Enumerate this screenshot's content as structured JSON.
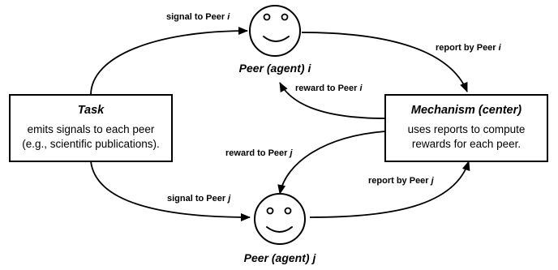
{
  "task": {
    "title": "Task",
    "line1": "emits signals to each peer",
    "line2": "(e.g., scientific publications)."
  },
  "mechanism": {
    "title": "Mechanism (center)",
    "line1": "uses reports to compute",
    "line2": "rewards for each peer."
  },
  "peer_i": {
    "label": "Peer (agent) ",
    "index": "i"
  },
  "peer_j": {
    "label": "Peer (agent) ",
    "index": "j"
  },
  "edges": {
    "signal_i": {
      "text": "signal to Peer ",
      "index": "i"
    },
    "report_i": {
      "text": "report by Peer ",
      "index": "i"
    },
    "reward_i": {
      "text": "reward to Peer ",
      "index": "i"
    },
    "signal_j": {
      "text": "signal to Peer ",
      "index": "j"
    },
    "report_j": {
      "text": "report by Peer ",
      "index": "j"
    },
    "reward_j": {
      "text": "reward to Peer ",
      "index": "j"
    }
  }
}
